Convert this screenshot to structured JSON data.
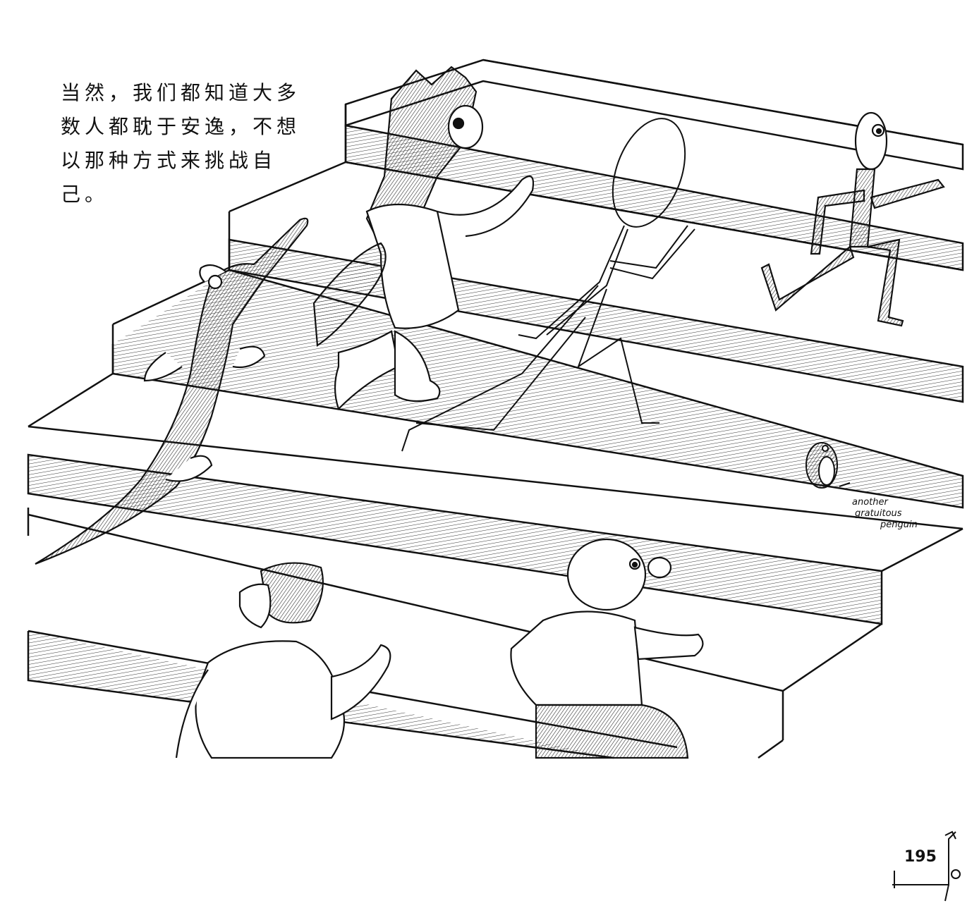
{
  "caption": {
    "line1": "当然，我们都知道大多",
    "line2": "数人都耽于安逸，不想",
    "line3": "以那种方式来挑战自",
    "line4": "己。"
  },
  "penguin_note": {
    "line1": "another",
    "line2": "gratuitous",
    "line3": "penguin"
  },
  "page_number": "195"
}
